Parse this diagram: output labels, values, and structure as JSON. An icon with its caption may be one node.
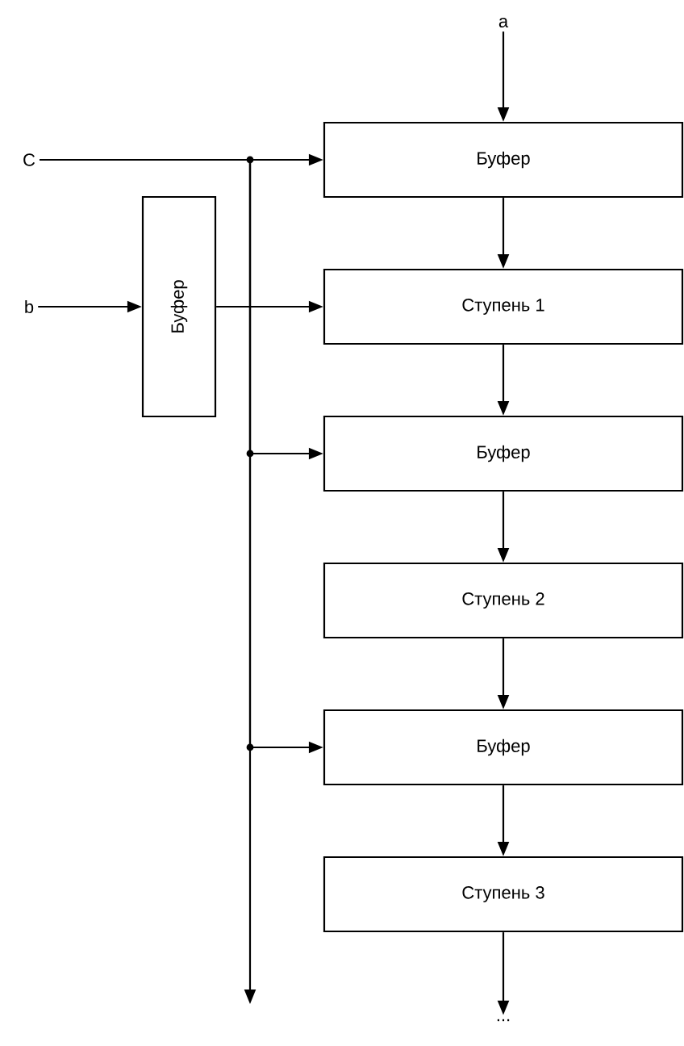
{
  "diagram": {
    "nodes": [
      {
        "text": [
          "a"
        ]
      },
      {
        "text": [
          "C"
        ]
      },
      {
        "text": [
          "b"
        ]
      },
      {
        "text": [
          "Буфер"
        ]
      },
      {
        "text": [
          "Буфер"
        ]
      },
      {
        "text": [
          "Ступень 1"
        ]
      },
      {
        "text": [
          "Буфер"
        ]
      },
      {
        "text": [
          "Ступень 2"
        ]
      },
      {
        "text": [
          "Буфер"
        ]
      },
      {
        "text": [
          "Ступень 3"
        ]
      },
      {
        "text": [
          "..."
        ]
      }
    ],
    "edges": [
      {
        "from": 0,
        "to": 4,
        "arrow": "to"
      },
      {
        "from": 1,
        "to": 4,
        "arrow": "to"
      },
      {
        "from": 1,
        "to": 6,
        "arrow": "to"
      },
      {
        "from": 1,
        "to": 8,
        "arrow": "to"
      },
      {
        "from": 1,
        "to": null,
        "arrow": "to"
      },
      {
        "from": 2,
        "to": 3,
        "arrow": "to"
      },
      {
        "from": 3,
        "to": 5,
        "arrow": "to"
      },
      {
        "from": 4,
        "to": 5,
        "arrow": "to"
      },
      {
        "from": 5,
        "to": 6,
        "arrow": "to"
      },
      {
        "from": 6,
        "to": 7,
        "arrow": "to"
      },
      {
        "from": 7,
        "to": 8,
        "arrow": "to"
      },
      {
        "from": 8,
        "to": 9,
        "arrow": "to"
      },
      {
        "from": 9,
        "to": 10,
        "arrow": "to"
      }
    ]
  }
}
